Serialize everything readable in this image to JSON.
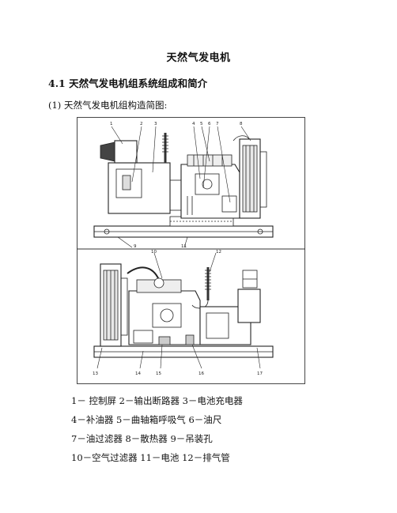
{
  "title": "天然气发电机",
  "section": "4.1 天然气发电机组系统组成和简介",
  "caption": "(1) 天然气发电机组构造简图:",
  "figure": {
    "top_callouts": [
      "1",
      "2",
      "3",
      "4",
      "5",
      "6",
      "7",
      "8"
    ],
    "mid_callouts": [
      "9",
      "10",
      "11",
      "12"
    ],
    "bottom_callouts": [
      "13",
      "14",
      "15",
      "16",
      "17"
    ]
  },
  "legend": [
    "1－ 控制屏 2－输出断路器 3－电池充电器",
    "4－补油器 5－曲轴箱呼吸气 6－油尺",
    "7－油过滤器 8－散热器 9－吊装孔",
    "10－空气过滤器 11－电池 12－排气管"
  ]
}
